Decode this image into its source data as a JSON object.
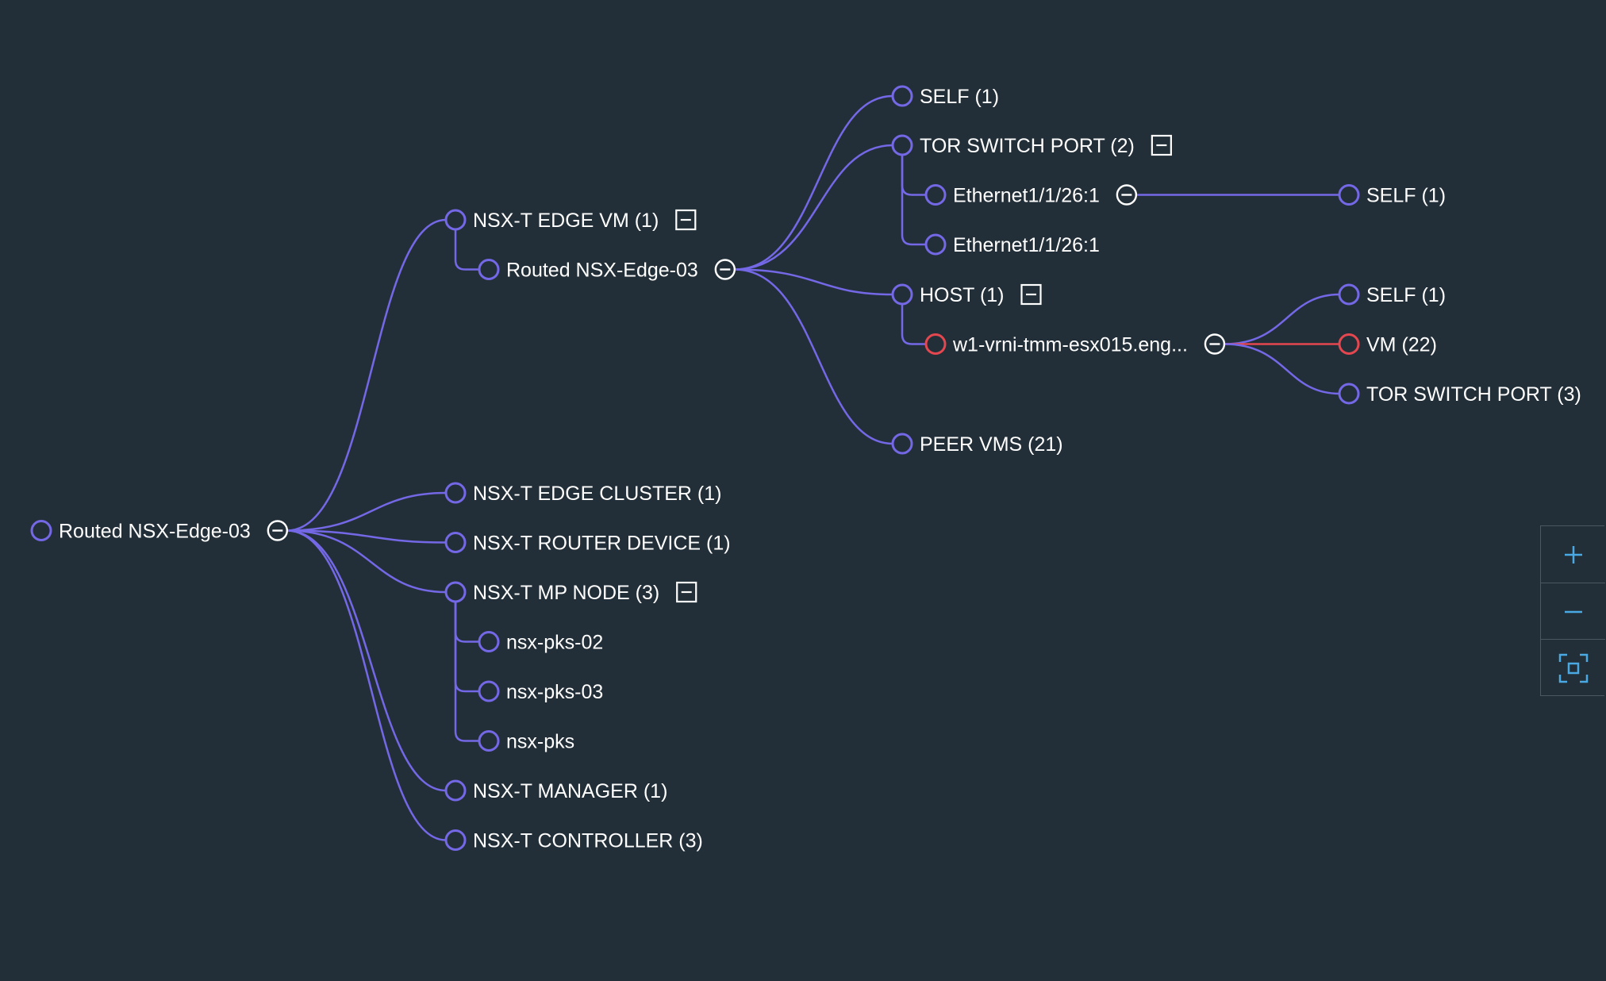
{
  "colors": {
    "background": "#222f38",
    "edge": "#7468e6",
    "alert": "#e4474f",
    "label": "#ffffff",
    "control_icon": "#4aa9e2"
  },
  "tree": {
    "root": {
      "label": "Routed NSX-Edge-03",
      "toggle": "collapse-circle"
    },
    "branches": [
      {
        "label": "NSX-T EDGE VM (1)",
        "toggle": "collapse-square",
        "children": [
          {
            "label": "Routed NSX-Edge-03",
            "toggle": "collapse-circle",
            "branches": [
              {
                "label": "SELF (1)"
              },
              {
                "label": "TOR SWITCH PORT (2)",
                "toggle": "collapse-square",
                "children": [
                  {
                    "label": "Ethernet1/1/26:1",
                    "toggle": "collapse-circle",
                    "branches": [
                      {
                        "label": "SELF (1)"
                      }
                    ]
                  },
                  {
                    "label": "Ethernet1/1/26:1"
                  }
                ]
              },
              {
                "label": "HOST (1)",
                "toggle": "collapse-square",
                "children": [
                  {
                    "label": "w1-vrni-tmm-esx015.eng...",
                    "alert": true,
                    "toggle": "collapse-circle",
                    "branches": [
                      {
                        "label": "SELF (1)"
                      },
                      {
                        "label": "VM (22)",
                        "alert": true
                      },
                      {
                        "label": "TOR SWITCH PORT (3)"
                      }
                    ]
                  }
                ]
              },
              {
                "label": "PEER VMS (21)"
              }
            ]
          }
        ]
      },
      {
        "label": "NSX-T EDGE CLUSTER (1)"
      },
      {
        "label": "NSX-T ROUTER DEVICE (1)"
      },
      {
        "label": "NSX-T MP NODE (3)",
        "toggle": "collapse-square",
        "children": [
          {
            "label": "nsx-pks-02"
          },
          {
            "label": "nsx-pks-03"
          },
          {
            "label": "nsx-pks"
          }
        ]
      },
      {
        "label": "NSX-T MANAGER (1)"
      },
      {
        "label": "NSX-T CONTROLLER (3)"
      }
    ]
  },
  "controls": {
    "zoom_in": "zoom-in-icon",
    "zoom_out": "zoom-out-icon",
    "fit": "fit-to-screen-icon"
  }
}
